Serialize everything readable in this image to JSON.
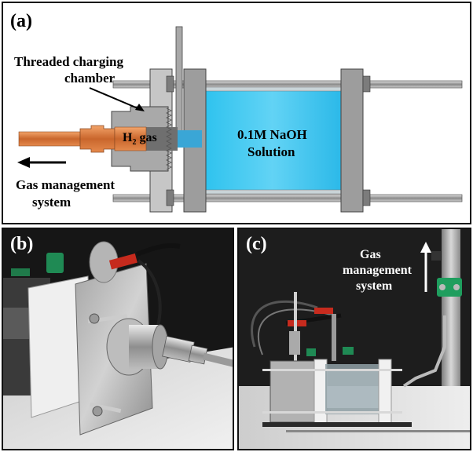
{
  "panel_a": {
    "letter": "(a)",
    "label_chamber_line1": "Threaded charging",
    "label_chamber_line2": "chamber",
    "gas_label_main": "H",
    "gas_label_sub": "2",
    "gas_label_rest": " gas",
    "solution_line1": "0.1M NaOH",
    "solution_line2": "Solution",
    "gas_mgmt_line1": "Gas management",
    "gas_mgmt_line2": "system",
    "colors": {
      "solution": "#33c3ef",
      "copper": "#d9753a",
      "plate": "#9c9c9c"
    }
  },
  "panel_b": {
    "letter": "(b)"
  },
  "panel_c": {
    "letter": "(c)",
    "gas_line1": "Gas",
    "gas_line2": "management",
    "gas_line3": "system"
  }
}
